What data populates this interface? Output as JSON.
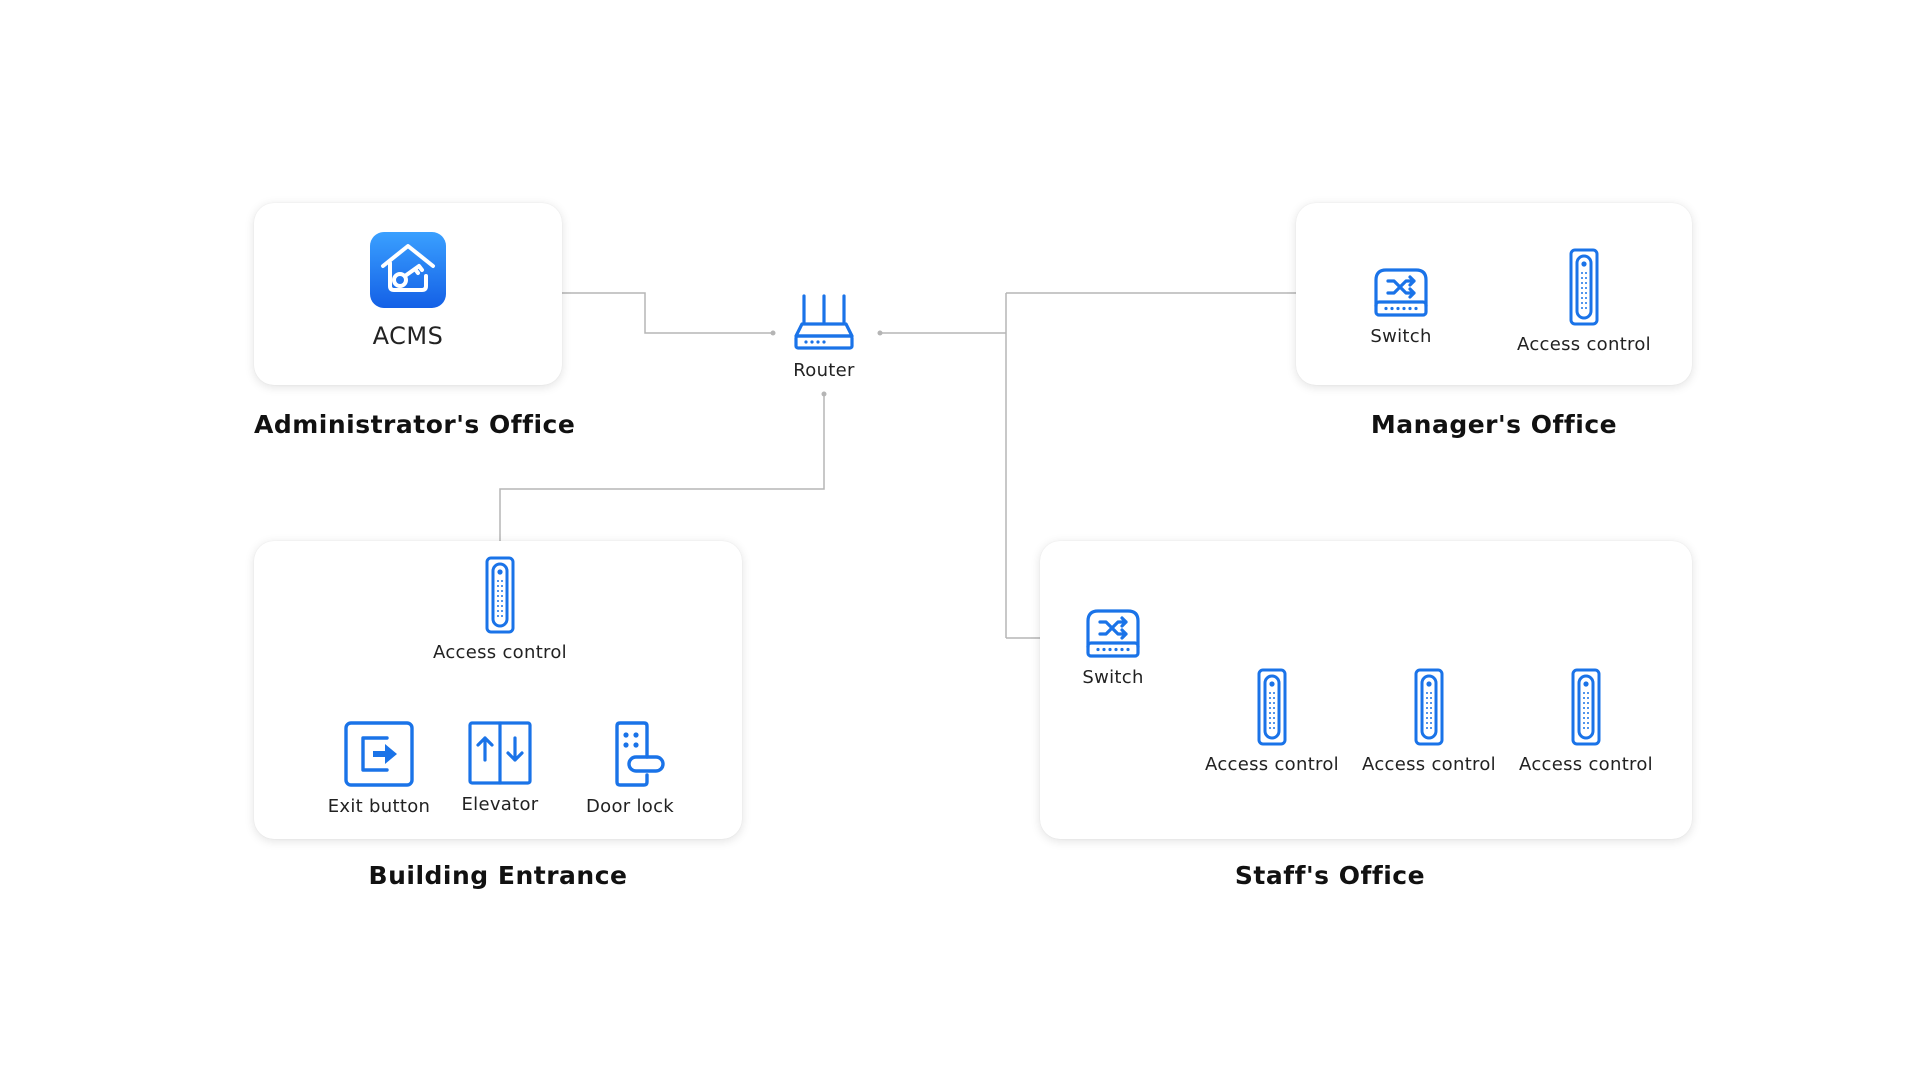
{
  "colors": {
    "accent": "#1a73e8",
    "app_icon_top": "#3aa0ff",
    "app_icon_bottom": "#1460e6",
    "connector": "#b5b5b5",
    "card_bg": "#ffffff"
  },
  "administrators_office": {
    "title": "Administrator's Office",
    "app": {
      "label": "ACMS",
      "icon": "house-key-app-icon"
    }
  },
  "router": {
    "label": "Router",
    "icon": "router-icon"
  },
  "managers_office": {
    "title": "Manager's Office",
    "switch": {
      "label": "Switch",
      "icon": "switch-icon"
    },
    "access_control": {
      "label": "Access control",
      "icon": "access-control-icon"
    }
  },
  "building_entrance": {
    "title": "Building Entrance",
    "access_control": {
      "label": "Access control",
      "icon": "access-control-icon"
    },
    "devices": [
      {
        "label": "Exit button",
        "icon": "exit-button-icon"
      },
      {
        "label": "Elevator",
        "icon": "elevator-icon"
      },
      {
        "label": "Door lock",
        "icon": "door-lock-icon"
      }
    ]
  },
  "staffs_office": {
    "title": "Staff's Office",
    "switch": {
      "label": "Switch",
      "icon": "switch-icon"
    },
    "access_controls": [
      {
        "label": "Access control",
        "icon": "access-control-icon"
      },
      {
        "label": "Access control",
        "icon": "access-control-icon"
      },
      {
        "label": "Access control",
        "icon": "access-control-icon"
      }
    ]
  }
}
